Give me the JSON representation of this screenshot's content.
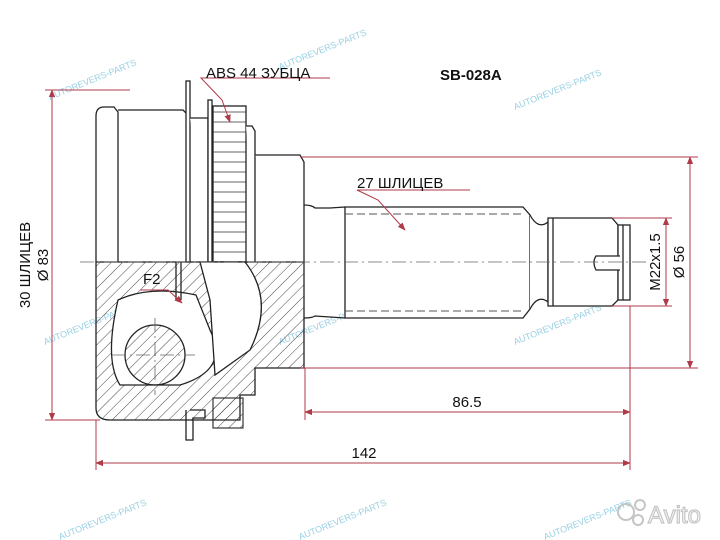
{
  "part_number": "SB-028A",
  "labels": {
    "abs": "ABS 44 ЗУБЦА",
    "shaft_splines": "27 ШЛИЦЕВ",
    "inner_splines": "30 ШЛИЦЕВ",
    "outer_diameter": "Ø 83",
    "seal_diameter": "Ø 56",
    "thread": "M22x1.5",
    "f2": "F2"
  },
  "dimensions": {
    "shaft_length": "86.5",
    "total_length": "142"
  },
  "watermark": "AUTOREVERS-PARTS",
  "brand_logo": "Avito",
  "colors": {
    "dimension": "#b03a48",
    "watermark": "#7fc4dc",
    "outline": "#222222"
  }
}
